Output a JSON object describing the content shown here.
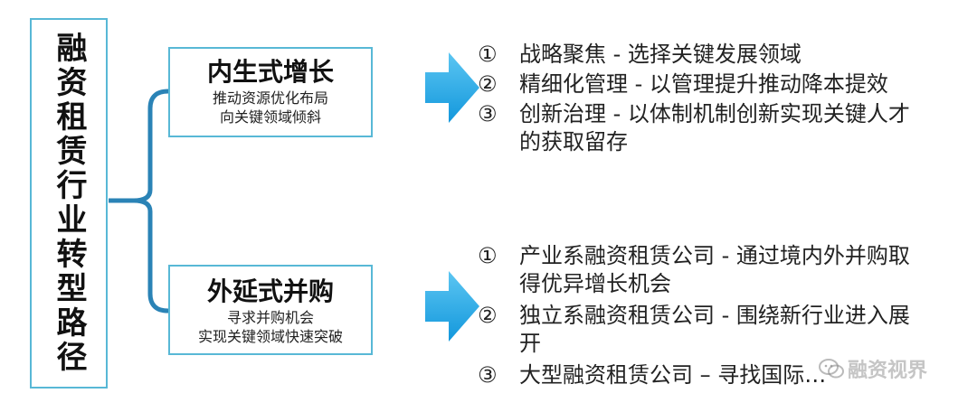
{
  "title": "融资租赁行业转型路径",
  "colors": {
    "border": "#58b8d6",
    "arrow": "#1fa7e6",
    "bracket": "#2a83b6"
  },
  "strategies": [
    {
      "title": "内生式增长",
      "subtitle_lines": [
        "推动资源优化布局",
        "向关键领域倾斜"
      ],
      "points": [
        {
          "marker": "①",
          "text": "战略聚焦 - 选择关键发展领域"
        },
        {
          "marker": "②",
          "text": "精细化管理 - 以管理提升推动降本提效"
        },
        {
          "marker": "③",
          "text": "创新治理 - 以体制机制创新实现关键人才的获取留存"
        }
      ]
    },
    {
      "title": "外延式并购",
      "subtitle_lines": [
        "寻求并购机会",
        "实现关键领域快速突破"
      ],
      "points": [
        {
          "marker": "①",
          "text": "产业系融资租赁公司 - 通过境内外并购取得优异增长机会"
        },
        {
          "marker": "②",
          "text": "独立系融资租赁公司 - 围绕新行业进入展开"
        },
        {
          "marker": "③",
          "text": "大型融资租赁公司 – 寻找国际…"
        }
      ]
    }
  ],
  "watermark": {
    "icon": "wechat-icon",
    "text": "融资视界"
  }
}
